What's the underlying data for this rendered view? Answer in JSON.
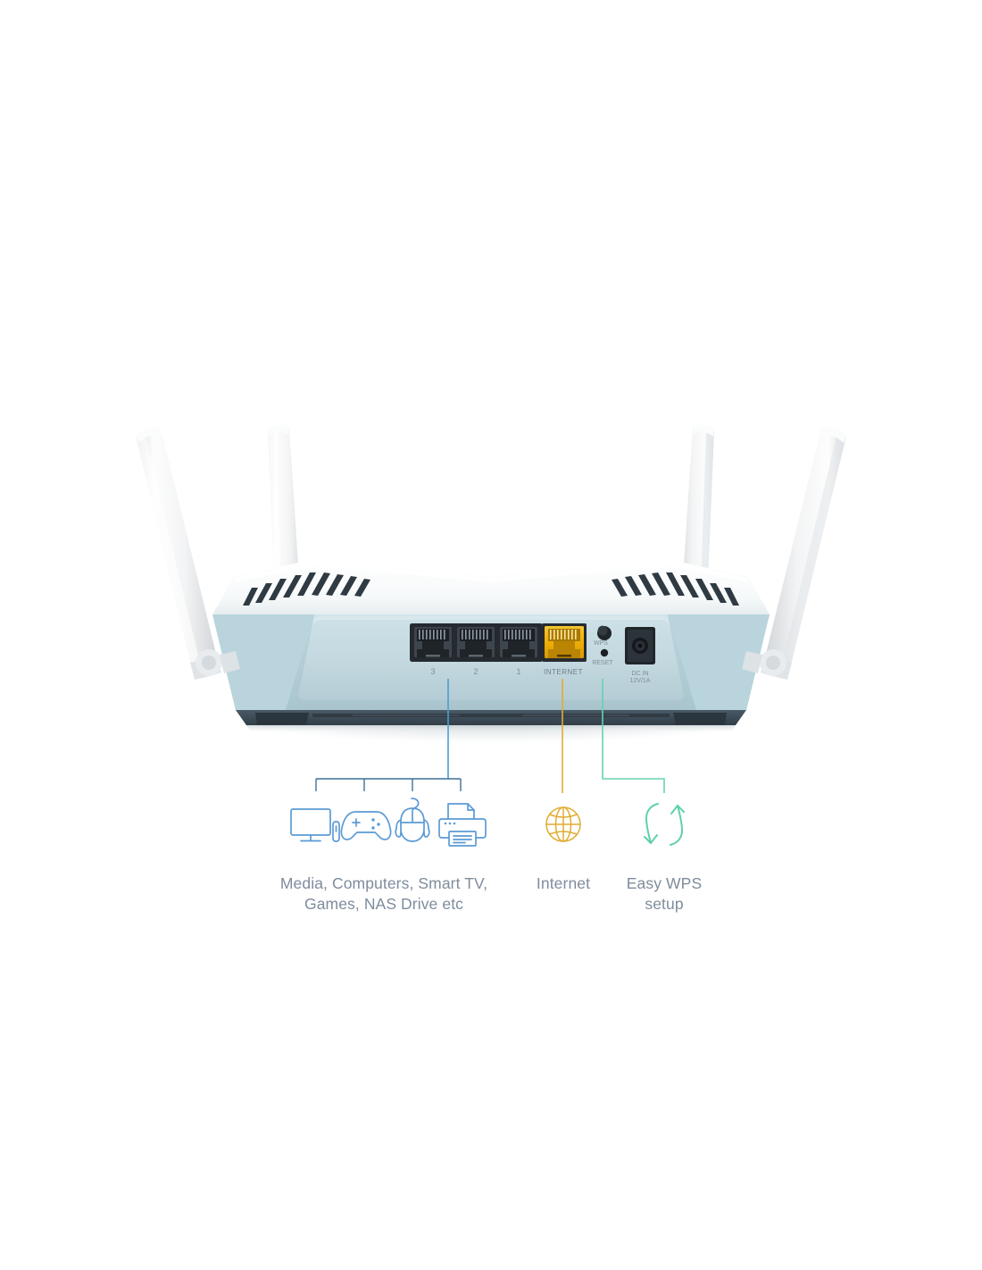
{
  "page": {
    "background_color": "#ffffff",
    "subject": "wireless router rear panel with labelled port callouts"
  },
  "device": {
    "name": "wireless-router",
    "body_color": "#c2dbe2",
    "top_color": "#f4f8f9",
    "base_color": "#41505c",
    "antenna_color": "#f2f3f4",
    "antenna_count": 4,
    "vent_color": "#2f3a42",
    "panel_color": "#c8dde3",
    "port_labels": [
      "3",
      "2",
      "1",
      "INTERNET"
    ],
    "lan_port_labels": [
      "3",
      "2",
      "1"
    ],
    "wan_port_label": "INTERNET",
    "wan_port_color": "#f2b705",
    "lan_port_color": "#3a4148",
    "button_labels": {
      "wps": "WPS",
      "reset": "RESET"
    },
    "power_label_line1": "DC IN",
    "power_label_line2": "12V/1A",
    "label_color": "#7f8e9a"
  },
  "callouts": [
    {
      "id": "lan",
      "caption_line1": "Media, Computers, Smart TV,",
      "caption_line2": "Games, NAS Drive etc",
      "line_color": "#4a90c4",
      "bracket_color": "#3f7198",
      "icon_color": "#5b9bd5",
      "icons": [
        {
          "name": "monitor-icon",
          "label": "Media / Smart TV"
        },
        {
          "name": "gamepad-icon",
          "label": "Games"
        },
        {
          "name": "mouse-icon",
          "label": "Computers"
        },
        {
          "name": "printer-icon",
          "label": "Printer / NAS Drive"
        }
      ]
    },
    {
      "id": "internet",
      "caption_line1": "Internet",
      "caption_line2": "",
      "line_color": "#e3b23c",
      "icon_color": "#e8b43e",
      "icons": [
        {
          "name": "globe-icon",
          "label": "Internet"
        }
      ]
    },
    {
      "id": "wps",
      "caption_line1": "Easy WPS",
      "caption_line2": "setup",
      "line_color": "#63d3b0",
      "icon_color": "#5fd0ad",
      "icons": [
        {
          "name": "sync-arrows-icon",
          "label": "Easy WPS setup"
        }
      ]
    }
  ]
}
